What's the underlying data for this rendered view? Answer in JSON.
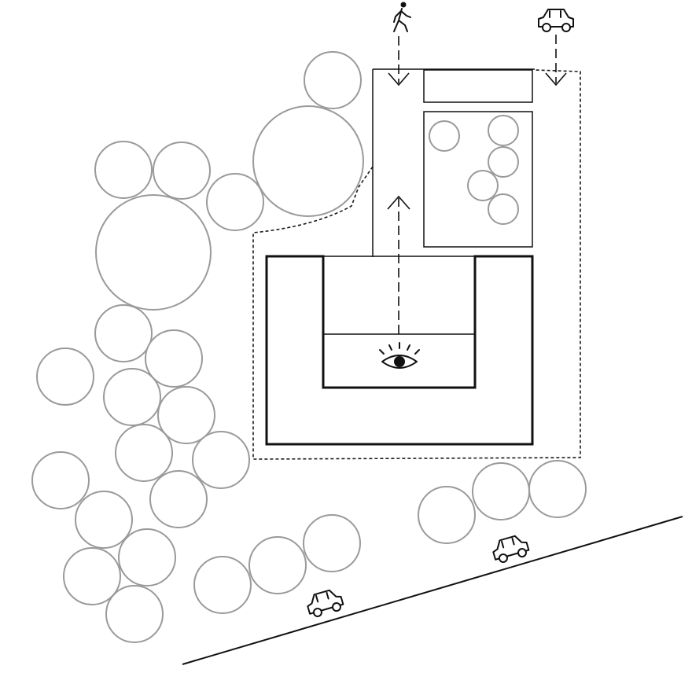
{
  "diagram": {
    "elements": [
      "trees",
      "site-boundary",
      "courtyard-building",
      "garden",
      "parking-strip",
      "pedestrian-entry",
      "vehicle-entry",
      "view-point",
      "road",
      "cars"
    ],
    "icons": {
      "pedestrian": "walking-person-icon",
      "car": "car-icon",
      "view": "eye-icon"
    },
    "colors": {
      "background": "#ffffff",
      "ink": "#111111",
      "tree_outline": "#9a9a9a"
    }
  }
}
